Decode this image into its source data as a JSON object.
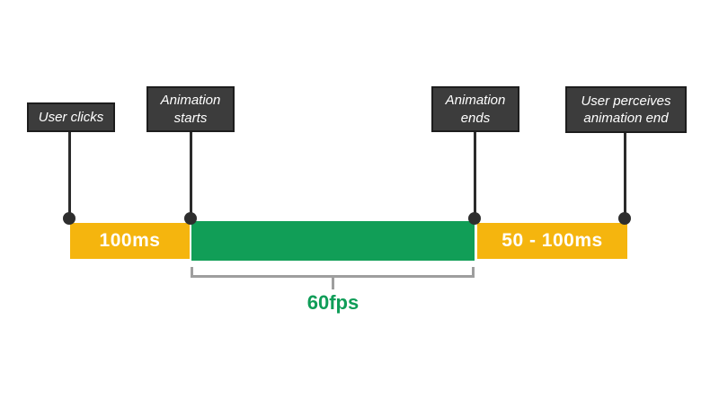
{
  "figure": {
    "name": "animation-response-timeline",
    "background": "#ffffff",
    "events": [
      {
        "id": "user-clicks",
        "label": "User clicks"
      },
      {
        "id": "animation-starts",
        "label": "Animation\nstarts"
      },
      {
        "id": "animation-ends",
        "label": "Animation\nends"
      },
      {
        "id": "user-perceives-end",
        "label": "User perceives\nanimation end"
      }
    ],
    "timeline": {
      "segments": [
        {
          "id": "input-latency",
          "label": "100ms",
          "color": "#f5b50e"
        },
        {
          "id": "animation-run",
          "label": "",
          "color": "#119e57"
        },
        {
          "id": "perception-time",
          "label": "50 - 100ms",
          "color": "#f5b50e"
        }
      ]
    },
    "bracket": {
      "label": "60fps",
      "label_color": "#0f9d58",
      "line_color": "#9e9e9e"
    },
    "colors": {
      "label_box_fill": "#3c3c3c",
      "label_box_border": "#1d1d1d",
      "label_text": "#ffffff",
      "pin": "#2b2b2b",
      "bar_text": "#ffffff"
    }
  }
}
